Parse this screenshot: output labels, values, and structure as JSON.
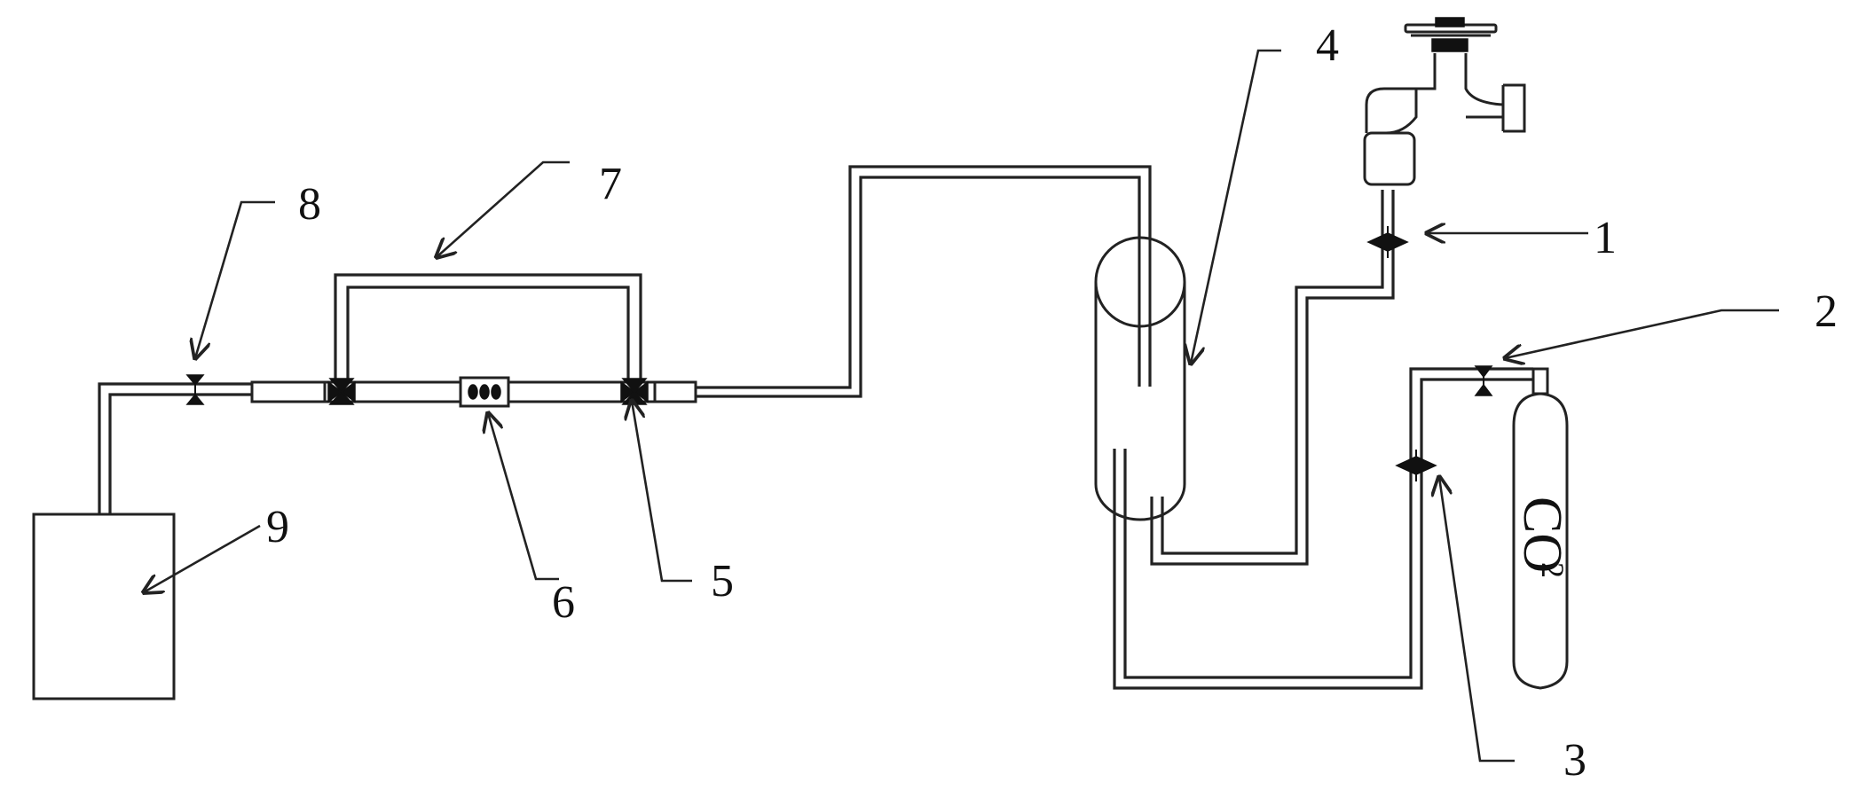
{
  "labels": {
    "n1": "1",
    "n2": "2",
    "n3": "3",
    "n4": "4",
    "n5": "5",
    "n6": "6",
    "n7": "7",
    "n8": "8",
    "n9": "9"
  },
  "cylinder": {
    "gas": "CO",
    "subscript": "2"
  }
}
